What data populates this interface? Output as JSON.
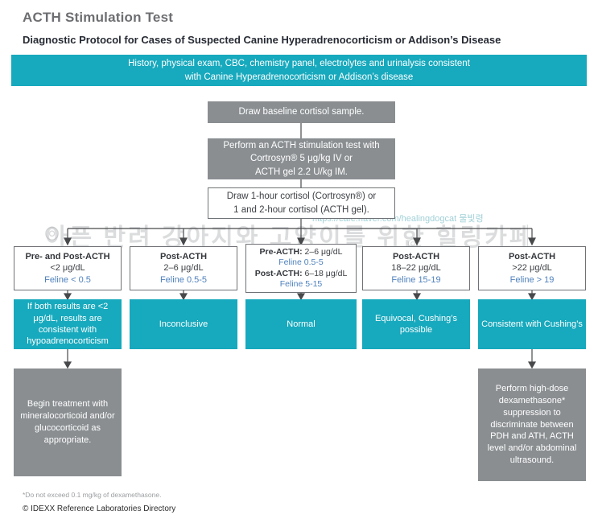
{
  "page": {
    "title": "ACTH Stimulation Test",
    "subtitle": "Diagnostic Protocol for Cases of Suspected Canine Hyperadrenocorticism or Addison’s Disease"
  },
  "banner": {
    "line1": "History, physical exam, CBC, chemistry panel, electrolytes and urinalysis consistent",
    "line2": "with Canine Hyperadrenocorticism or Addison’s disease"
  },
  "flow": {
    "step1": "Draw baseline cortisol sample.",
    "step2_line1": "Perform an ACTH stimulation test with",
    "step2_line2": "Cortrosyn® 5 μg/kg IV or",
    "step2_line3": "ACTH gel 2.2 U/kg IM.",
    "step3_line1": "Draw 1-hour cortisol (Cortrosyn®) or",
    "step3_line2": "1 and 2-hour cortisol (ACTH gel)."
  },
  "branches": [
    {
      "criteria_title": "Pre- and Post-ACTH",
      "criteria_value": "<2 μg/dL",
      "feline": "Feline < 0.5",
      "result": "If both results are <2 μg/dL, results are consistent with hypoadrenocorticism",
      "followup": "Begin treatment with mineralocorticoid and/or glucocorticoid as appropriate."
    },
    {
      "criteria_title": "Post-ACTH",
      "criteria_value": "2–6 μg/dL",
      "feline": "Feline 0.5-5",
      "result": "Inconclusive"
    },
    {
      "row1_label": "Pre-ACTH:",
      "row1_value": " 2–6 μg/dL",
      "row1_feline": "Feline 0.5-5",
      "row2_label": "Post-ACTH:",
      "row2_value": " 6–18 μg/dL",
      "row2_feline": "Feline 5-15",
      "result": "Normal"
    },
    {
      "criteria_title": "Post-ACTH",
      "criteria_value": "18–22 μg/dL",
      "feline": "Feline 15-19",
      "result": "Equivocal, Cushing’s possible"
    },
    {
      "criteria_title": "Post-ACTH",
      "criteria_value": ">22 μg/dL",
      "feline": "Feline > 19",
      "result": "Consistent with Cushing’s",
      "followup": "Perform high-dose dexamethasone* suppression to discriminate between PDH and ATH, ACTH level and/or abdominal ultrasound."
    }
  ],
  "watermark": {
    "url_line": "https://cafe.naver.com/healingdogcat 물빛령",
    "korean_line": "아픈 반려 강아지와 고양이를 위한 힐링카페",
    "circle_glyph": "◎"
  },
  "footnotes": {
    "note": "*Do not exceed 0.1 mg/kg of dexamethasone.",
    "copyright": "© IDEXX Reference Laboratories Directory"
  },
  "colors": {
    "teal": "#17a9bd",
    "gray_box": "#8a8e91",
    "feline_blue": "#4f81bd",
    "title_gray": "#6d6e71"
  }
}
